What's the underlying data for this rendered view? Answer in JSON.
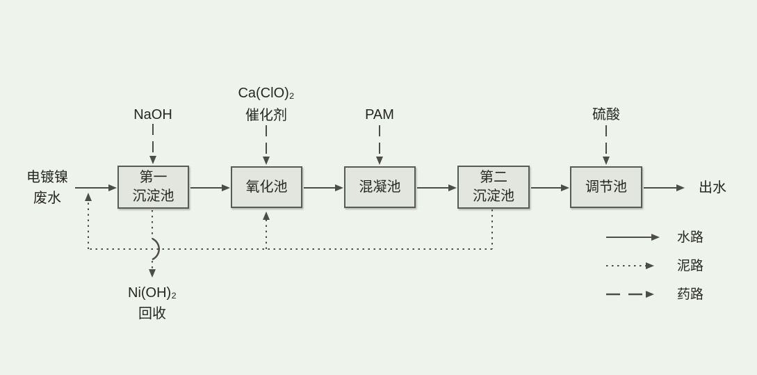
{
  "colors": {
    "background": "#eef3eb",
    "line": "#4a4e47",
    "box_fill": "#e3e6de",
    "box_border": "#565b53",
    "text": "#24281f"
  },
  "influent": {
    "line1": "电镀镍",
    "line2": "废水"
  },
  "boxes": [
    {
      "name": "primary-sedimentation-tank",
      "line1": "第一",
      "line2": "沉淀池"
    },
    {
      "name": "oxidation-tank",
      "line1": "氧化池"
    },
    {
      "name": "coagulation-tank",
      "line1": "混凝池"
    },
    {
      "name": "secondary-sedimentation-tank",
      "line1": "第二",
      "line2": "沉淀池"
    },
    {
      "name": "regulating-tank",
      "line1": "调节池"
    }
  ],
  "chemicals": [
    {
      "name": "naoh",
      "line1": "NaOH"
    },
    {
      "name": "calcium-hypochlorite-catalyst",
      "line1": "Ca(ClO)₂",
      "line2": "催化剂"
    },
    {
      "name": "pam",
      "line1": "PAM"
    },
    {
      "name": "sulfuric-acid",
      "line1": "硫酸"
    }
  ],
  "effluent": {
    "label": "出水"
  },
  "recovery": {
    "line1": "Ni(OH)₂",
    "line2": "回收"
  },
  "legend": {
    "water": {
      "label": "水路"
    },
    "sludge": {
      "label": "泥路"
    },
    "chemical": {
      "label": "药路"
    }
  }
}
